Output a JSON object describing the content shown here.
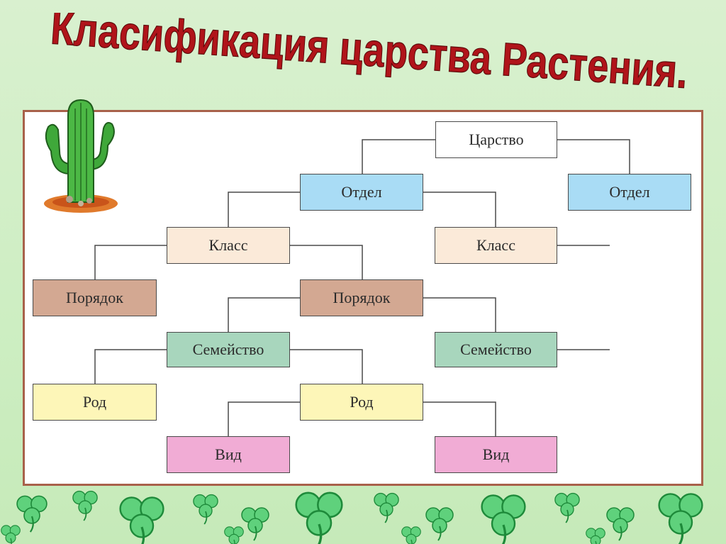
{
  "title": "Класификация царства Растения.",
  "diagram": {
    "kingdom": "Царство",
    "division_left": "Отдел",
    "division_right": "Отдел",
    "class_left": "Класс",
    "class_right": "Класс",
    "order_left": "Порядок",
    "order_right": "Порядок",
    "family_left": "Семейство",
    "family_right": "Семейство",
    "genus_left": "Род",
    "genus_right": "Род",
    "species_left": "Вид",
    "species_right": "Вид"
  },
  "colors": {
    "title": "#b0141a",
    "frame": "#a8614a",
    "kingdom": "#ffffff",
    "division": "#a9dcf5",
    "class": "#fbead9",
    "order": "#d3a892",
    "family": "#a8d6bd",
    "genus": "#fdf6b8",
    "species": "#f1acd5"
  },
  "decorations": {
    "cactus": "cactus-icon",
    "clovers": "clover-icon"
  }
}
